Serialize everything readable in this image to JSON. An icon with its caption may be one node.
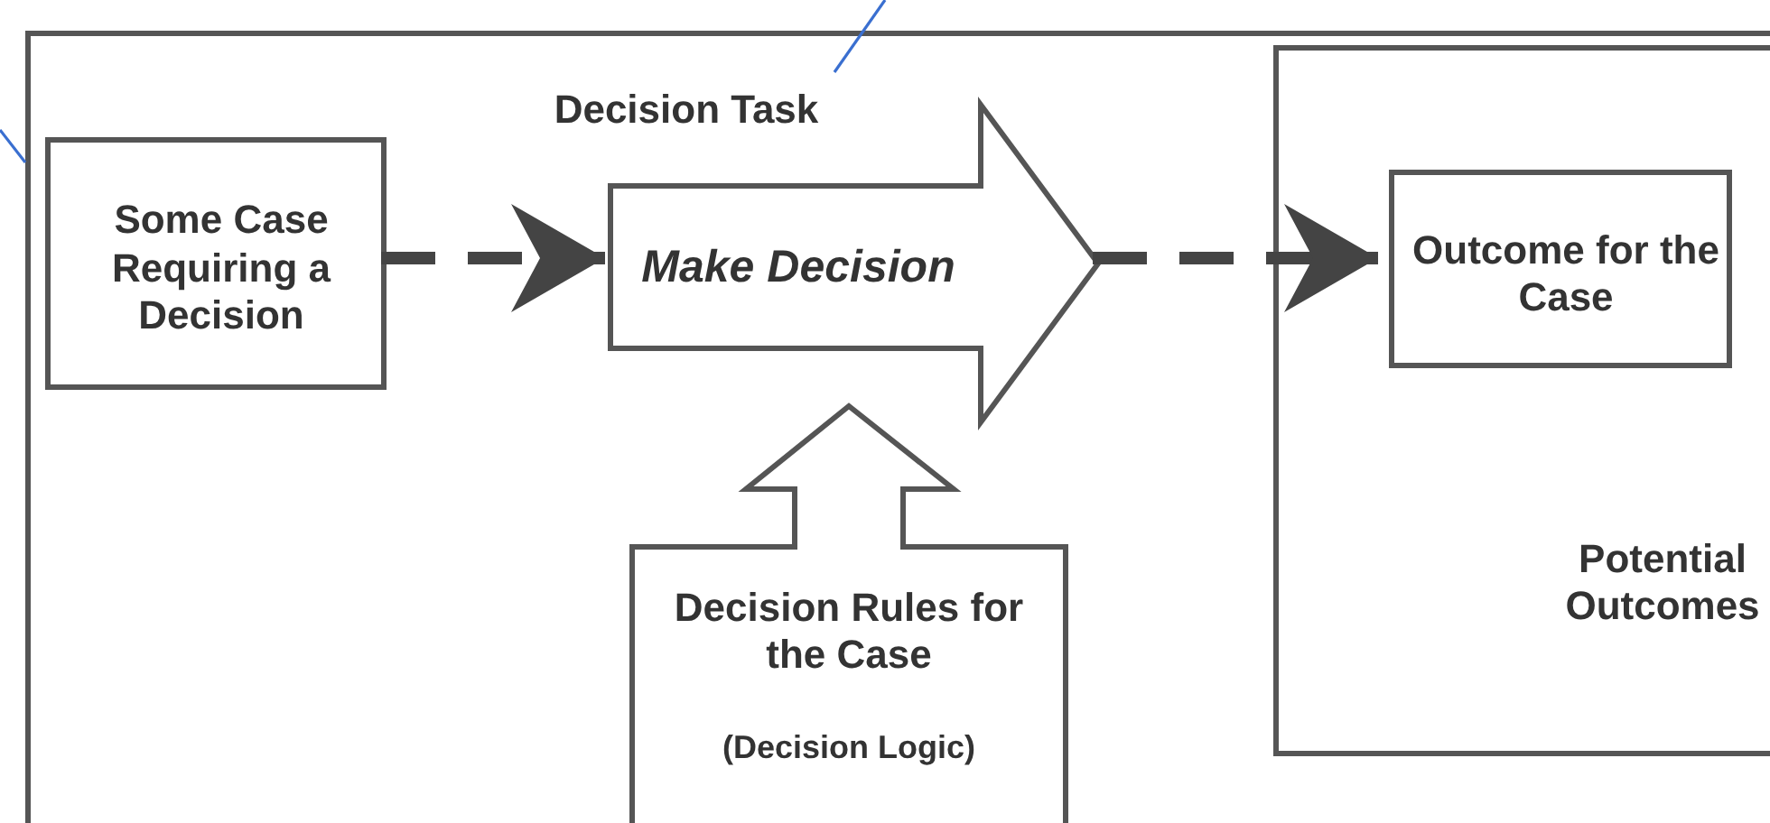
{
  "diagram": {
    "nodes": [
      {
        "text": [],
        "shape": "box"
      },
      {
        "text": [
          "Some Case Requiring a Decision"
        ],
        "in": 0
      },
      {
        "text": [
          "Decision Task"
        ],
        "in": 0
      },
      {
        "text": [
          "Make Decision"
        ],
        "in": 0
      },
      {
        "text": [
          "Potential Outcomes"
        ],
        "in": 0
      },
      {
        "text": [
          "Outcome for the Case"
        ],
        "in": 4
      },
      {
        "text": [
          "Decision Rules for the Case",
          "(Decision Logic)"
        ],
        "in": 0
      }
    ],
    "edges": [
      {
        "from": 1,
        "to": 3,
        "arrow": "to",
        "style": "dashed"
      },
      {
        "from": 3,
        "to": 5,
        "arrow": "to",
        "style": "dashed"
      },
      {
        "from": null,
        "to": 2,
        "arrow": "none",
        "color": "#3a6fd0"
      },
      {
        "from": null,
        "to": 0,
        "arrow": "none",
        "color": "#3a6fd0"
      }
    ]
  }
}
